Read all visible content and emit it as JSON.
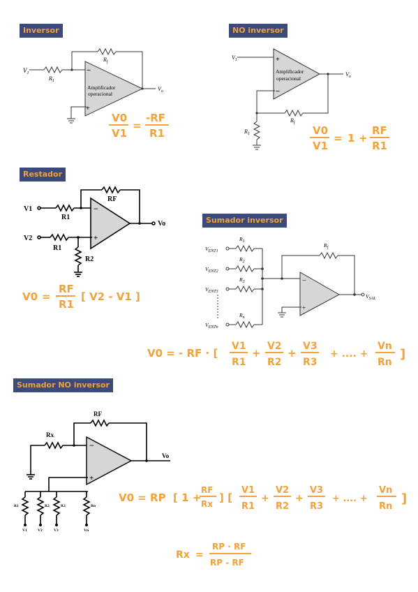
{
  "sections": {
    "inversor": {
      "title": "Inversor",
      "v1": "V",
      "v1_sub": "1",
      "r1": "R",
      "r1_sub": "1",
      "rf": "R",
      "rf_sub": "f",
      "vo": "V",
      "vo_sub": "o",
      "amp_line1": "Amplificador",
      "amp_line2": "operacional",
      "minus": "−",
      "plus": "+",
      "formula": {
        "num_left": "V0",
        "den_left": "V1",
        "eq": "=",
        "num_right": "-RF",
        "den_right": "R1"
      }
    },
    "no_inversor": {
      "title": "NO inversor",
      "v1": "V",
      "v1_sub": "1",
      "vo": "V",
      "vo_sub": "o",
      "r1": "R",
      "r1_sub": "1",
      "rf": "R",
      "rf_sub": "f",
      "amp_line1": "Amplificador",
      "amp_line2": "operacional",
      "plus": "+",
      "minus": "−",
      "formula": {
        "num_left": "V0",
        "den_left": "V1",
        "eq": "=",
        "one": "1",
        "plus": "+",
        "num_right": "RF",
        "den_right": "R1"
      }
    },
    "restador": {
      "title": "Restador",
      "v1": "V1",
      "v2": "V2",
      "r1a": "R1",
      "r1b": "R1",
      "r2": "R2",
      "rf": "RF",
      "vo": "Vo",
      "minus": "−",
      "plus": "+",
      "formula": {
        "lhs": "V0",
        "eq": "=",
        "num": "RF",
        "den": "R1",
        "bracket": "[ V2 - V1 ]"
      }
    },
    "sumador_inversor": {
      "title": "Sumador inversor",
      "inputs": [
        {
          "label": "V",
          "sub": "ENT1",
          "r": "R",
          "r_sub": "1"
        },
        {
          "label": "V",
          "sub": "ENT2",
          "r": "R",
          "r_sub": "2"
        },
        {
          "label": "V",
          "sub": "ENT3",
          "r": "R",
          "r_sub": "3"
        },
        {
          "label": "V",
          "sub": "ENTn",
          "r": "R",
          "r_sub": "n"
        }
      ],
      "rf": "R",
      "rf_sub": "f",
      "vout": "V",
      "vout_sub": "SAL",
      "minus": "−",
      "plus": "+",
      "formula": {
        "prefix": "V0 =  -  RF · [",
        "terms": [
          {
            "num": "V1",
            "den": "R1"
          },
          {
            "num": "V2",
            "den": "R2"
          },
          {
            "num": "V3",
            "den": "R3"
          },
          {
            "num": "Vn",
            "den": "Rn"
          }
        ],
        "plus": "+",
        "ellipsis": "+ .... +",
        "suffix": "]"
      }
    },
    "sumador_no_inversor": {
      "title": "Sumador NO inversor",
      "rx": "Rx",
      "rf": "RF",
      "vo": "Vo",
      "resistors": [
        "R1",
        "R2",
        "R3",
        "Rn"
      ],
      "voltages": [
        "V1",
        "V2",
        "V3",
        "Vn"
      ],
      "minus": "−",
      "plus": "+",
      "formula": {
        "prefix": "V0 = RP",
        "paren_open": "[ 1 +",
        "gain_num": "RF",
        "gain_den": "Rx",
        "paren_close": "] [",
        "terms": [
          {
            "num": "V1",
            "den": "R1"
          },
          {
            "num": "V2",
            "den": "R2"
          },
          {
            "num": "V3",
            "den": "R3"
          },
          {
            "num": "Vn",
            "den": "Rn"
          }
        ],
        "plus": "+",
        "ellipsis": "+ .... +",
        "suffix": "]"
      },
      "rx_formula": {
        "lhs": "Rx",
        "eq": "=",
        "num": "RP · RF",
        "den": "RP - RF"
      }
    }
  }
}
